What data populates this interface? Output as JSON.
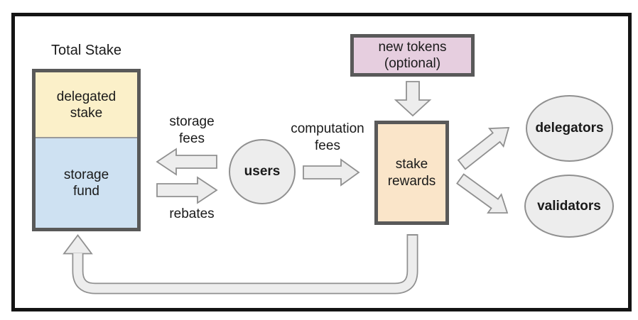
{
  "diagram": {
    "description": "token economy flow diagram",
    "total_stake": {
      "title": "Total Stake",
      "delegated_stake_label": "delegated\nstake",
      "storage_fund_label": "storage\nfund"
    },
    "nodes": {
      "users": "users",
      "new_tokens": "new tokens\n(optional)",
      "stake_rewards": "stake\nrewards",
      "delegators": "delegators",
      "validators": "validators"
    },
    "edge_labels": {
      "storage_fees": "storage\nfees",
      "rebates": "rebates",
      "computation_fees": "computation\nfees"
    },
    "colors": {
      "delegated_stake_fill": "#FBF0C9",
      "storage_fund_fill": "#CEE1F2",
      "new_tokens_fill": "#E6CEDF",
      "stake_rewards_fill": "#FAE5C9",
      "gray_shape_fill": "#EDEDED",
      "gray_shape_border": "#909090",
      "box_border": "#595959",
      "outer_frame": "#141414",
      "text": "#1A1A1A"
    }
  }
}
